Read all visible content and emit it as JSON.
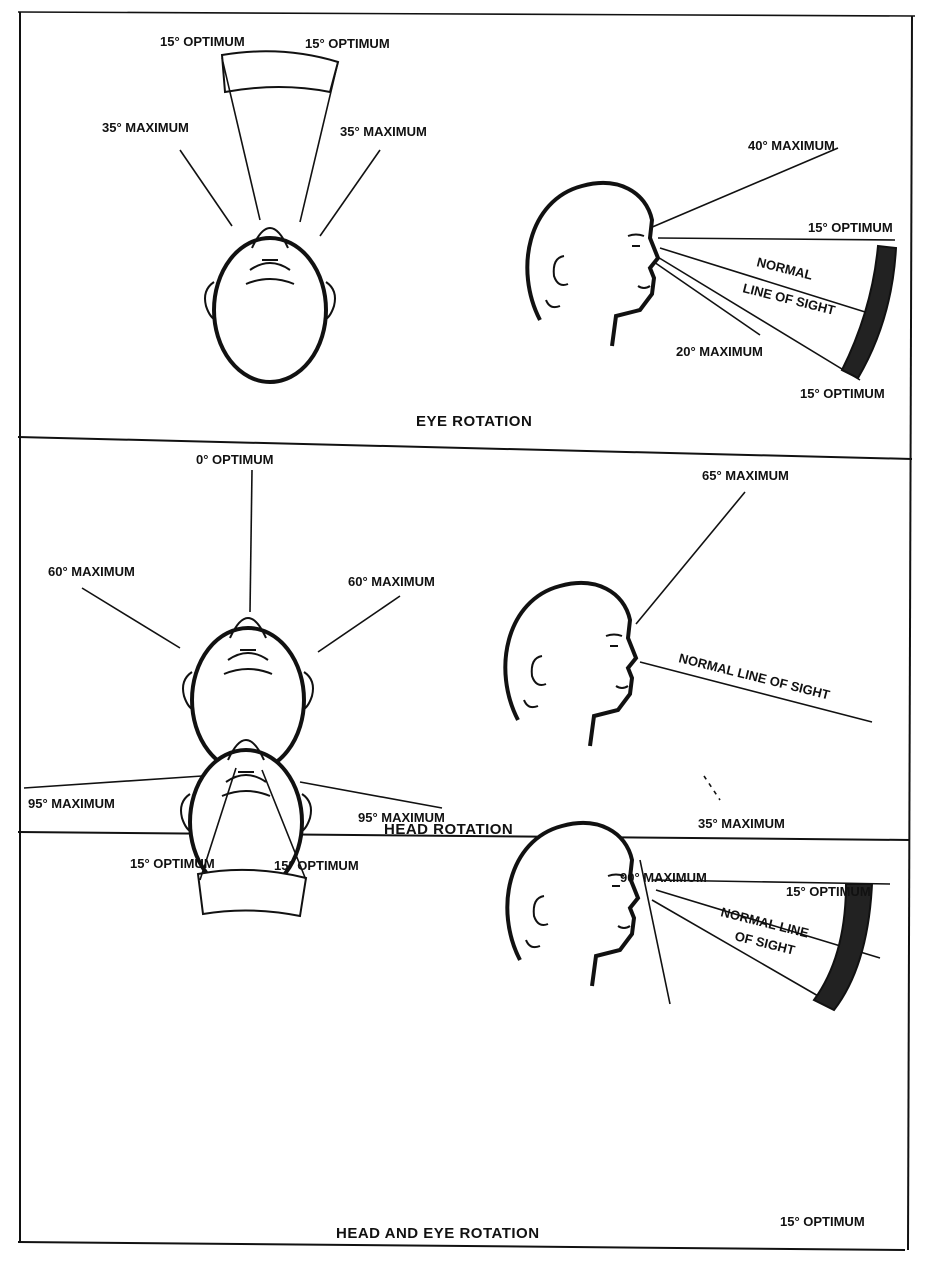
{
  "panels": [
    {
      "caption": "EYE ROTATION",
      "top_view": {
        "label_optimum_left": "15° OPTIMUM",
        "label_optimum_right": "15° OPTIMUM",
        "label_max_left": "35° MAXIMUM",
        "label_max_right": "35° MAXIMUM"
      },
      "side_view": {
        "label_max_up": "40° MAXIMUM",
        "label_optimum_up": "15° OPTIMUM",
        "label_normal_1": "NORMAL",
        "label_normal_2": "LINE OF SIGHT",
        "label_max_down": "20° MAXIMUM",
        "label_optimum_down": "15° OPTIMUM"
      }
    },
    {
      "caption": "HEAD ROTATION",
      "top_view": {
        "label_optimum": "0° OPTIMUM",
        "label_max_left": "60° MAXIMUM",
        "label_max_right": "60° MAXIMUM"
      },
      "side_view": {
        "label_max_up": "65° MAXIMUM",
        "label_normal": "NORMAL LINE OF SIGHT",
        "label_max_down": "35° MAXIMUM"
      }
    },
    {
      "caption": "HEAD AND EYE ROTATION",
      "top_view": {
        "label_optimum_left": "15° OPTIMUM",
        "label_optimum_right": "15° OPTIMUM",
        "label_max_left": "95° MAXIMUM",
        "label_max_right": "95° MAXIMUM"
      },
      "side_view": {
        "label_max_up": "90° MAXIMUM",
        "label_optimum_up": "15° OPTIMUM",
        "label_normal_1": "NORMAL LINE",
        "label_normal_2": "OF SIGHT",
        "label_optimum_down": "15° OPTIMUM"
      }
    }
  ]
}
